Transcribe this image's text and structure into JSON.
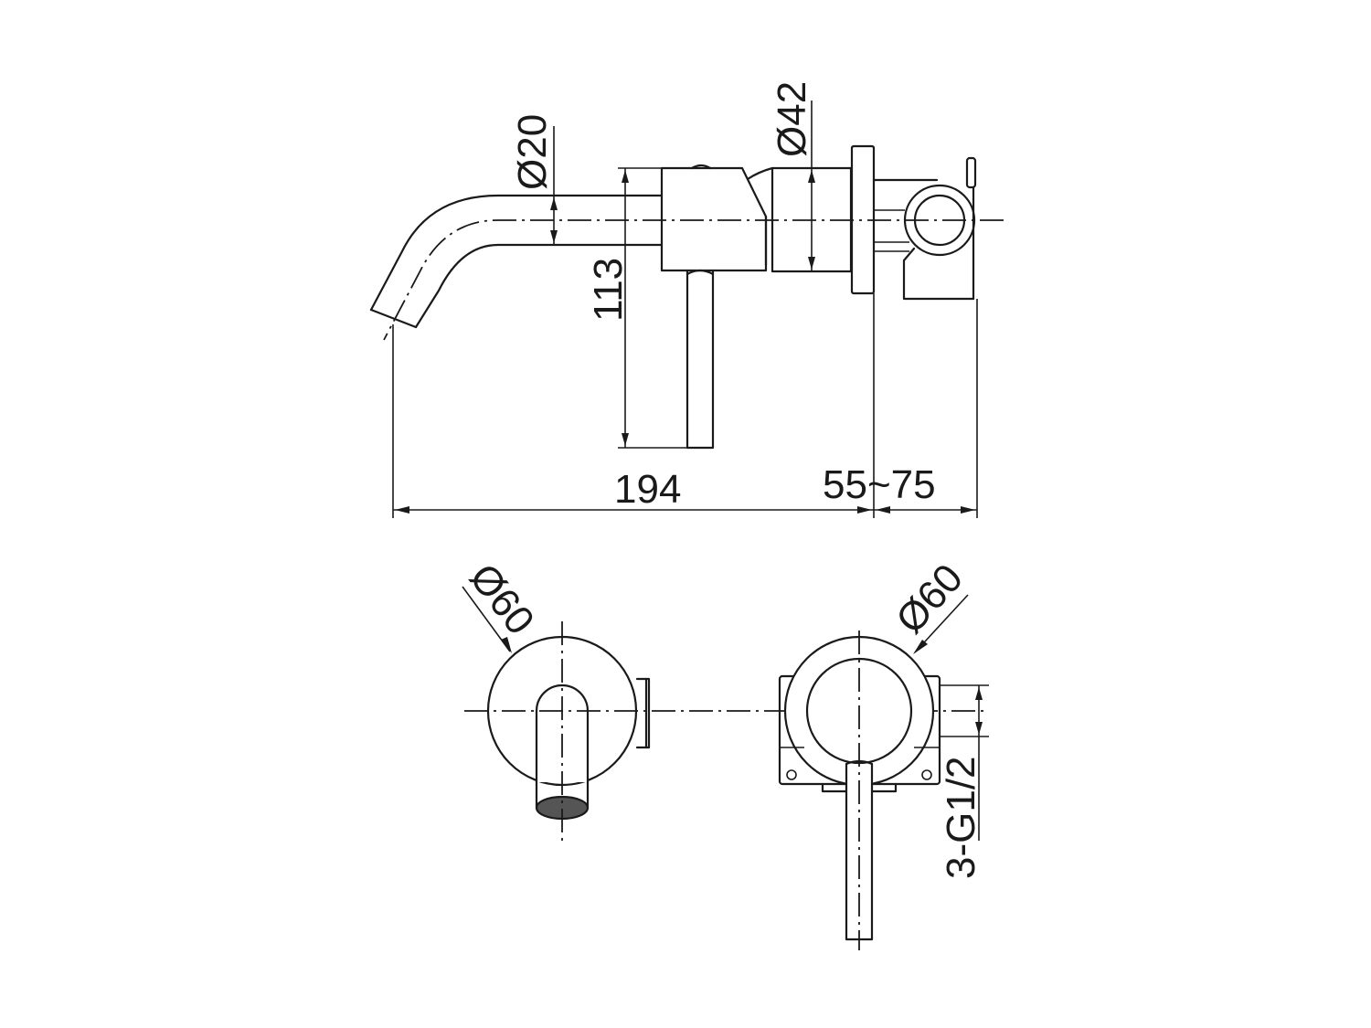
{
  "drawing": {
    "title": "Wall-mounted basin mixer – dimension drawing",
    "line_color": "#1a1a1a",
    "background": "#ffffff",
    "units": "mm"
  },
  "side_view": {
    "dimensions": {
      "spout_diameter": "Ø20",
      "body_diameter": "Ø42",
      "height": "113",
      "spout_length": "194",
      "wall_depth": "55~75"
    }
  },
  "front_view_spout": {
    "dimensions": {
      "plate_diameter": "Ø60"
    }
  },
  "front_view_mixer": {
    "dimensions": {
      "plate_diameter": "Ø60",
      "thread": "3-G1/2"
    }
  }
}
